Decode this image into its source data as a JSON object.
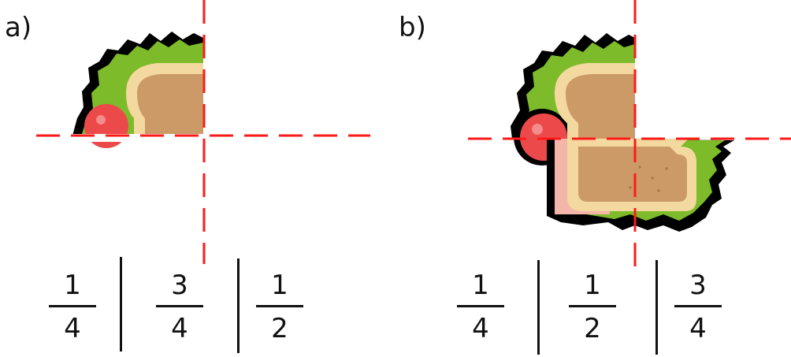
{
  "panels": [
    {
      "label": "a)",
      "options": [
        {
          "numerator": "1",
          "denominator": "4"
        },
        {
          "numerator": "3",
          "denominator": "4"
        },
        {
          "numerator": "1",
          "denominator": "2"
        }
      ]
    },
    {
      "label": "b)",
      "options": [
        {
          "numerator": "1",
          "denominator": "4"
        },
        {
          "numerator": "1",
          "denominator": "2"
        },
        {
          "numerator": "3",
          "denominator": "4"
        }
      ]
    }
  ],
  "colors": {
    "guide_line": "#ff1a1a",
    "lettuce": "#7dbb2a",
    "bread_crust": "#f3d9a0",
    "bread": "#cc9a66",
    "tomato": "#ec4a4a",
    "ham": "#f4b6a8",
    "outline": "#000000"
  }
}
